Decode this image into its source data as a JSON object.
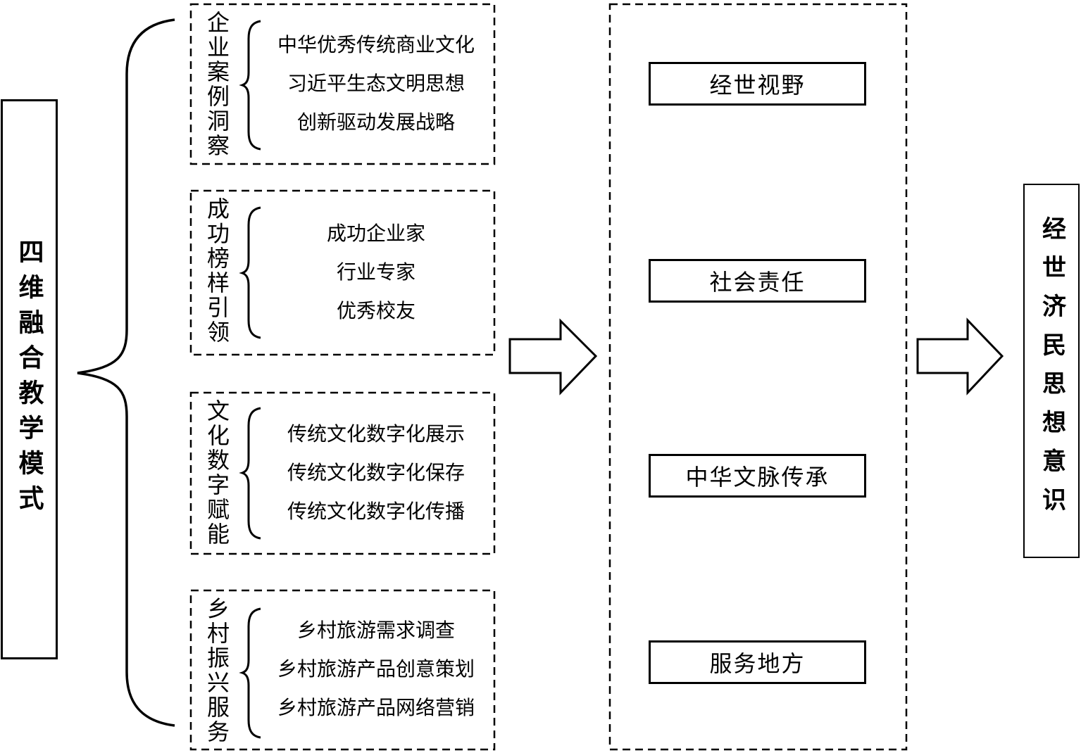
{
  "diagram": {
    "left_panel": {
      "title": "四维融合教学模式"
    },
    "modules": [
      {
        "label": "企业案例洞察",
        "items": [
          "中华优秀传统商业文化",
          "习近平生态文明思想",
          "创新驱动发展战略"
        ]
      },
      {
        "label": "成功榜样引领",
        "items": [
          "成功企业家",
          "行业专家",
          "优秀校友"
        ]
      },
      {
        "label": "文化数字赋能",
        "items": [
          "传统文化数字化展示",
          "传统文化数字化保存",
          "传统文化数字化传播"
        ]
      },
      {
        "label": "乡村振兴服务",
        "items": [
          "乡村旅游需求调查",
          "乡村旅游产品创意策划",
          "乡村旅游产品网络营销"
        ]
      }
    ],
    "outcomes": [
      "经世视野",
      "社会责任",
      "中华文脉传承",
      "服务地方"
    ],
    "right_panel": {
      "title": "经世济民思想意识"
    },
    "colors": {
      "line": "#000000",
      "background": "#ffffff"
    }
  }
}
